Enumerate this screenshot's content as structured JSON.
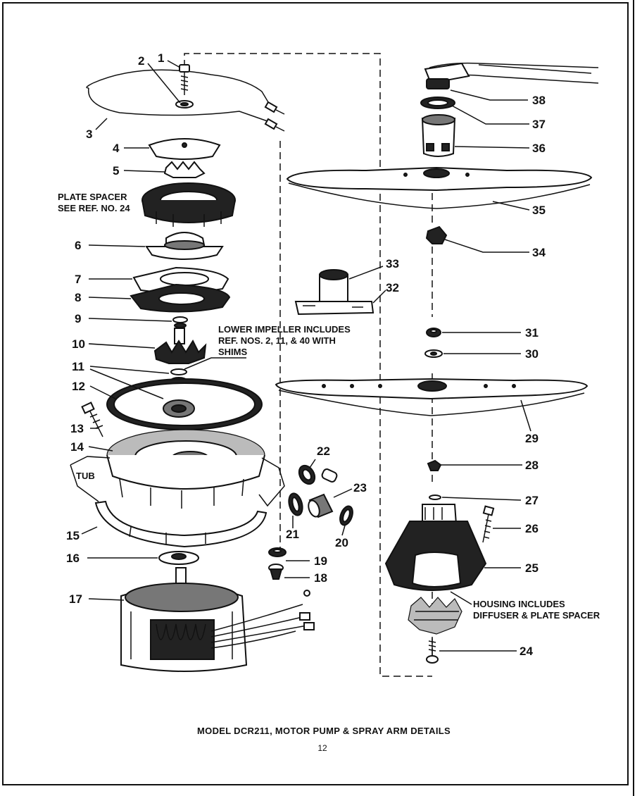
{
  "callouts": {
    "n1": "1",
    "n2": "2",
    "n3": "3",
    "n4": "4",
    "n5": "5",
    "n6": "6",
    "n7": "7",
    "n8": "8",
    "n9": "9",
    "n10": "10",
    "n11": "11",
    "n12": "12",
    "n13": "13",
    "n14": "14",
    "n15": "15",
    "n16": "16",
    "n17": "17",
    "n18": "18",
    "n19": "19",
    "n20": "20",
    "n21": "21",
    "n22": "22",
    "n23": "23",
    "n24": "24",
    "n25": "25",
    "n26": "26",
    "n27": "27",
    "n28": "28",
    "n29": "29",
    "n30": "30",
    "n31": "31",
    "n32": "32",
    "n33": "33",
    "n34": "34",
    "n35": "35",
    "n36": "36",
    "n37": "37",
    "n38": "38"
  },
  "notes": {
    "plate_spacer_line1": "PLATE SPACER",
    "plate_spacer_line2": "SEE REF. NO. 24",
    "impeller_line1": "LOWER IMPELLER INCLUDES",
    "impeller_line2": "REF. NOS. 2, 11, & 40 WITH",
    "impeller_line3": "SHIMS",
    "tub": "TUB",
    "housing_line1": "HOUSING INCLUDES",
    "housing_line2": "DIFFUSER & PLATE SPACER"
  },
  "caption": "MODEL DCR211, MOTOR PUMP & SPRAY ARM DETAILS",
  "page_number": "12",
  "colors": {
    "ink": "#111111",
    "paper": "#ffffff"
  }
}
